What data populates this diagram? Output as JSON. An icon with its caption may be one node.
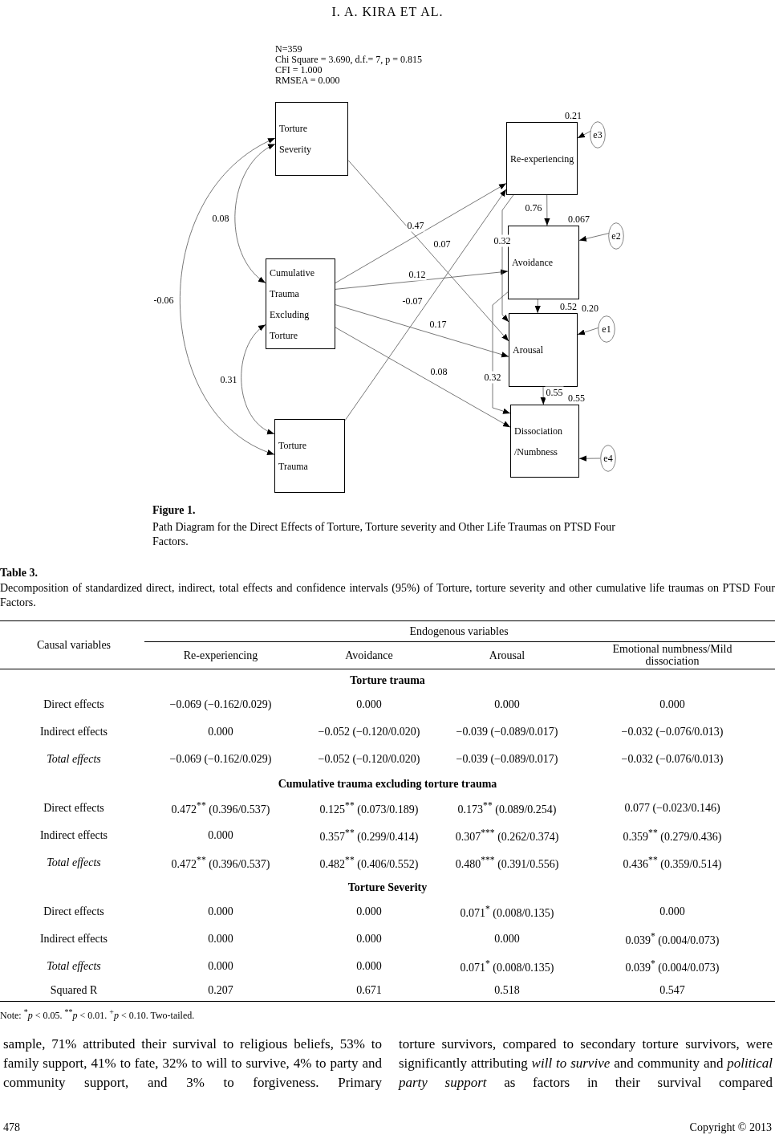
{
  "diagram": {
    "nodes": [
      {
        "text": [
          "Torture Severity"
        ]
      },
      {
        "text": [
          "Cumulative Trauma Excluding Torture"
        ]
      },
      {
        "text": [
          "Torture Trauma"
        ]
      },
      {
        "text": [
          "Re-experiencing"
        ],
        "beside": [
          "0.21"
        ]
      },
      {
        "text": [
          "Avoidance"
        ],
        "beside": [
          "0.067"
        ]
      },
      {
        "text": [
          "Arousal"
        ],
        "beside": [
          "0.52",
          "0.20"
        ]
      },
      {
        "text": [
          "Dissociation /Numbness"
        ],
        "beside": [
          "0.55"
        ]
      },
      {
        "text": [
          "e3"
        ]
      },
      {
        "text": [
          "e2"
        ]
      },
      {
        "text": [
          "e1"
        ]
      },
      {
        "text": [
          "e4"
        ]
      }
    ],
    "edges": [
      {
        "from": 0,
        "to": 1,
        "arrow": "both",
        "label": "0.08"
      },
      {
        "from": 1,
        "to": 2,
        "arrow": "both",
        "label": "0.31"
      },
      {
        "from": 0,
        "to": 2,
        "arrow": "both",
        "label": "-0.06"
      },
      {
        "from": 0,
        "to": 5,
        "arrow": "to",
        "label": "0.07"
      },
      {
        "from": 1,
        "to": 3,
        "arrow": "to",
        "label": "0.47"
      },
      {
        "from": 1,
        "to": 4,
        "arrow": "to",
        "label": "0.12"
      },
      {
        "from": 1,
        "to": 5,
        "arrow": "to",
        "label": "0.17"
      },
      {
        "from": 1,
        "to": 6,
        "arrow": "to",
        "label": "0.08"
      },
      {
        "from": 2,
        "to": 3,
        "arrow": "to",
        "label": "-0.07"
      },
      {
        "from": 3,
        "to": 4,
        "arrow": "to",
        "label": "0.76"
      },
      {
        "from": 3,
        "to": 5,
        "arrow": "to",
        "label": "0.32"
      },
      {
        "from": 4,
        "to": 5,
        "arrow": "to"
      },
      {
        "from": 4,
        "to": 6,
        "arrow": "to",
        "label": "0.32"
      },
      {
        "from": 5,
        "to": 6,
        "arrow": "to",
        "label": "0.55"
      },
      {
        "from": 7,
        "to": 3,
        "arrow": "to"
      },
      {
        "from": 8,
        "to": 4,
        "arrow": "to"
      },
      {
        "from": 9,
        "to": 5,
        "arrow": "to"
      },
      {
        "from": 10,
        "to": 6,
        "arrow": "to"
      }
    ],
    "labels": [
      "I. A. KIRA ET AL.",
      "N=359",
      "Chi Square = 3.690, d.f.= 7, p = 0.815",
      "CFI = 1.000",
      "RMSEA = 0.000",
      "Figure 1.",
      "Path Diagram for the Direct Effects of Torture, Torture severity and Other Life Traumas on PTSD Four Factors.",
      "Table 3.",
      "Decomposition of standardized direct, indirect, total effects and confidence intervals (95%) of Torture, torture severity and other cumulative life traumas on PTSD Four Factors.",
      "Causal variables",
      "Endogenous variables",
      "Re-experiencing",
      "Avoidance",
      "Arousal",
      "Emotional numbness/Mild dissociation",
      "Torture trauma",
      "Direct effects",
      "−0.069 (−0.162/0.029)",
      "0.000",
      "0.000",
      "0.000",
      "Indirect effects",
      "0.000",
      "−0.052 (−0.120/0.020)",
      "−0.039 (−0.089/0.017)",
      "−0.032 (−0.076/0.013)",
      "Total effects",
      "−0.069 (−0.162/0.029)",
      "−0.052 (−0.120/0.020)",
      "−0.039 (−0.089/0.017)",
      "−0.032 (−0.076/0.013)",
      "Cumulative trauma excluding torture trauma",
      "Direct effects",
      "0.472$^{**}$ (0.396/0.537)",
      "0.125$^{**}$ (0.073/0.189)",
      "0.173$^{**}$ (0.089/0.254)",
      "0.077 (−0.023/0.146)",
      "Indirect effects",
      "0.000",
      "0.357$^{**}$ (0.299/0.414)",
      "0.307$^{***}$ (0.262/0.374)",
      "0.359$^{**}$ (0.279/0.436)",
      "Total effects",
      "0.472$^{**}$ (0.396/0.537)",
      "0.482$^{**}$ (0.406/0.552)",
      "0.480$^{***}$ (0.391/0.556)",
      "0.436$^{**}$ (0.359/0.514)",
      "Torture Severity",
      "Direct effects",
      "0.000",
      "0.000",
      "0.071$^{*}$ (0.008/0.135)",
      "0.000",
      "Indirect effects",
      "0.000",
      "0.000",
      "0.000",
      "0.039$^{*}$ (0.004/0.073)",
      "Total effects",
      "0.000",
      "0.000",
      "0.071$^{*}$ (0.008/0.135)",
      "0.039$^{*}$ (0.004/0.073)",
      "Squared R",
      "0.207",
      "0.671",
      "0.518",
      "0.547",
      "Note: $^{*}$*p* < 0.05. $^{**}$*p* < 0.01. $^{+}$*p* < 0.10. Two-tailed.",
      "sample, 71% attributed their survival to religious beliefs, 53% to family support, 41% to fate, 32% to will to survive, 4% to party and community support, and 3% to forgiveness. Primary",
      "torture survivors, compared to secondary torture survivors, were significantly attributing *will to survive* and community and *political party support* as factors in their survival compared",
      "478",
      "Copyright © 2013"
    ]
  }
}
